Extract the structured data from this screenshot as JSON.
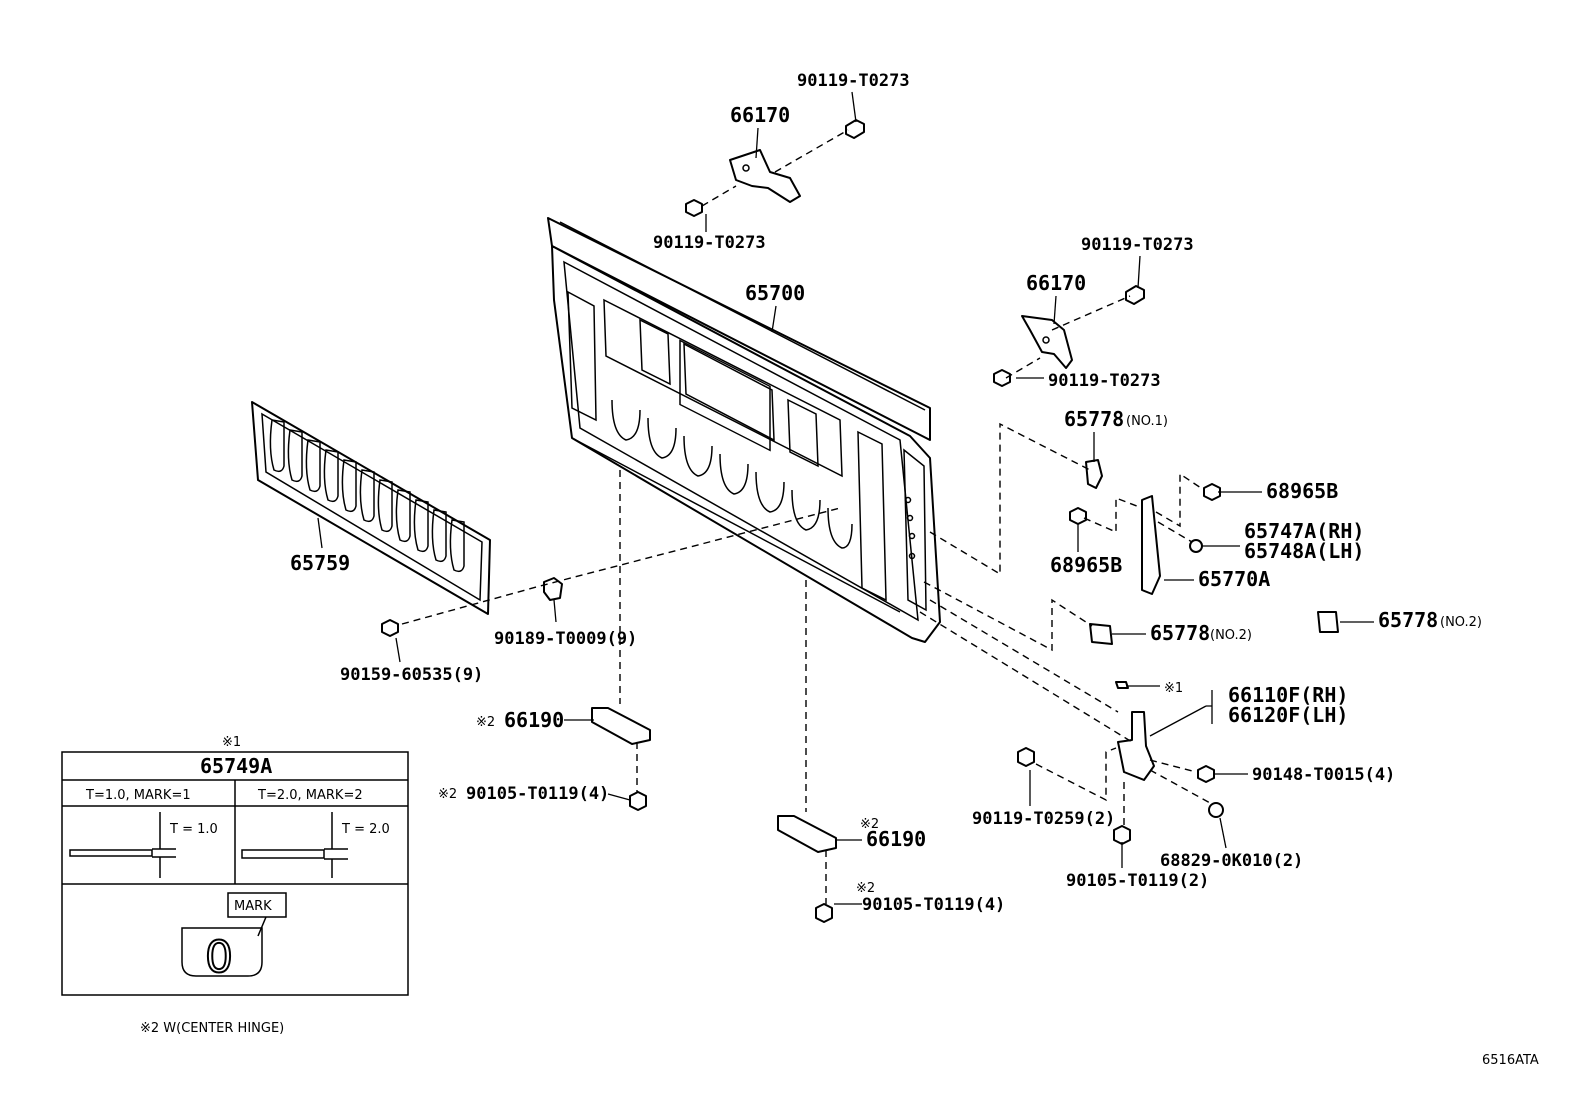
{
  "diagram_id": "6516ATA",
  "labels": {
    "tailgate": "65700",
    "gate_cover": "65759",
    "upper_hinge_left": "66170",
    "upper_hinge_right": "66170",
    "bolt_top_1": "90119-T0273",
    "bolt_top_2": "90119-T0273",
    "bolt_right_1": "90119-T0273",
    "bolt_right_2": "90119-T0273",
    "bracket_no1_num": "65778",
    "bracket_no1_suffix": "(NO.1)",
    "bumper_1": "68965B",
    "bumper_2": "68965B",
    "bushing_rh": "65747A(RH)",
    "bushing_lh": "65748A(LH)",
    "support": "65770A",
    "bracket_no2a_num": "65778",
    "bracket_no2a_suffix": "(NO.2)",
    "bracket_no2b_num": "65778",
    "bracket_no2b_suffix": "(NO.2)",
    "clip": "90189-T0009(9)",
    "screw": "90159-60535(9)",
    "center_hinge_1_mark": "※2",
    "center_hinge_1": "66190",
    "center_bolt_1_mark": "※2",
    "center_bolt_1": "90105-T0119(4)",
    "center_hinge_2_mark": "※2",
    "center_hinge_2": "66190",
    "center_bolt_2_mark": "※2",
    "center_bolt_2": "90105-T0119(4)",
    "lower_hinge_rh": "66110F(RH)",
    "lower_hinge_lh": "66120F(LH)",
    "shim_mark": "※1",
    "bolt_lower_1": "90119-T0259(2)",
    "bolt_lower_2": "90105-T0119(2)",
    "screw_lower": "90148-T0015(4)",
    "nut_lower": "68829-0K010(2)"
  },
  "shim_table": {
    "mark": "※1",
    "title": "65749A",
    "col1_header": "T=1.0, MARK=1",
    "col2_header": "T=2.0, MARK=2",
    "col1_thickness": "T = 1.0",
    "col2_thickness": "T = 2.0",
    "mark_label": "MARK",
    "mark_glyph": "0"
  },
  "footnote": "※2  W(CENTER HINGE)"
}
